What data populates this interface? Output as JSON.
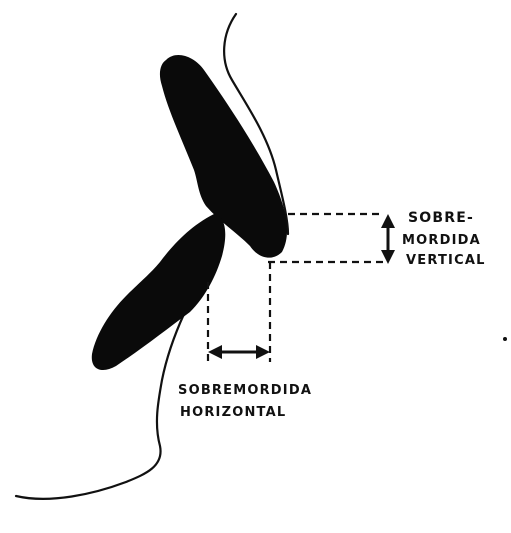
{
  "labels": {
    "vertical_line1": "SOBRE-",
    "vertical_line2": "MORDIDA",
    "vertical_line3": "VERTICAL",
    "horizontal_line1": "SOBREMORDIDA",
    "horizontal_line2": "HORIZONTAL"
  },
  "colors": {
    "ink": "#111111",
    "background": "#ffffff"
  }
}
